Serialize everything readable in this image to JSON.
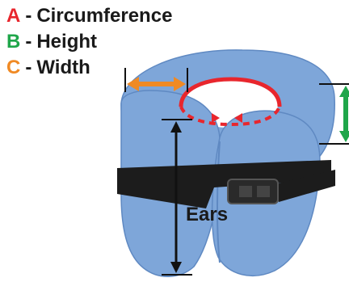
{
  "legend": [
    {
      "letter": "A",
      "separator": "-",
      "label": "Circumference",
      "color": "#e8262d"
    },
    {
      "letter": "B",
      "separator": "-",
      "label": "Height",
      "color": "#1fa64a"
    },
    {
      "letter": "C",
      "separator": "-",
      "label": "Width",
      "color": "#f08a24"
    }
  ],
  "ears_label": "Ears",
  "colors": {
    "pillow": "#7ea6d9",
    "pillow_shade": "#5f89c2",
    "strap": "#1c1c1c",
    "measure_line": "#111111",
    "circumference": "#e8262d",
    "height": "#1fa64a",
    "width": "#f08a24"
  }
}
